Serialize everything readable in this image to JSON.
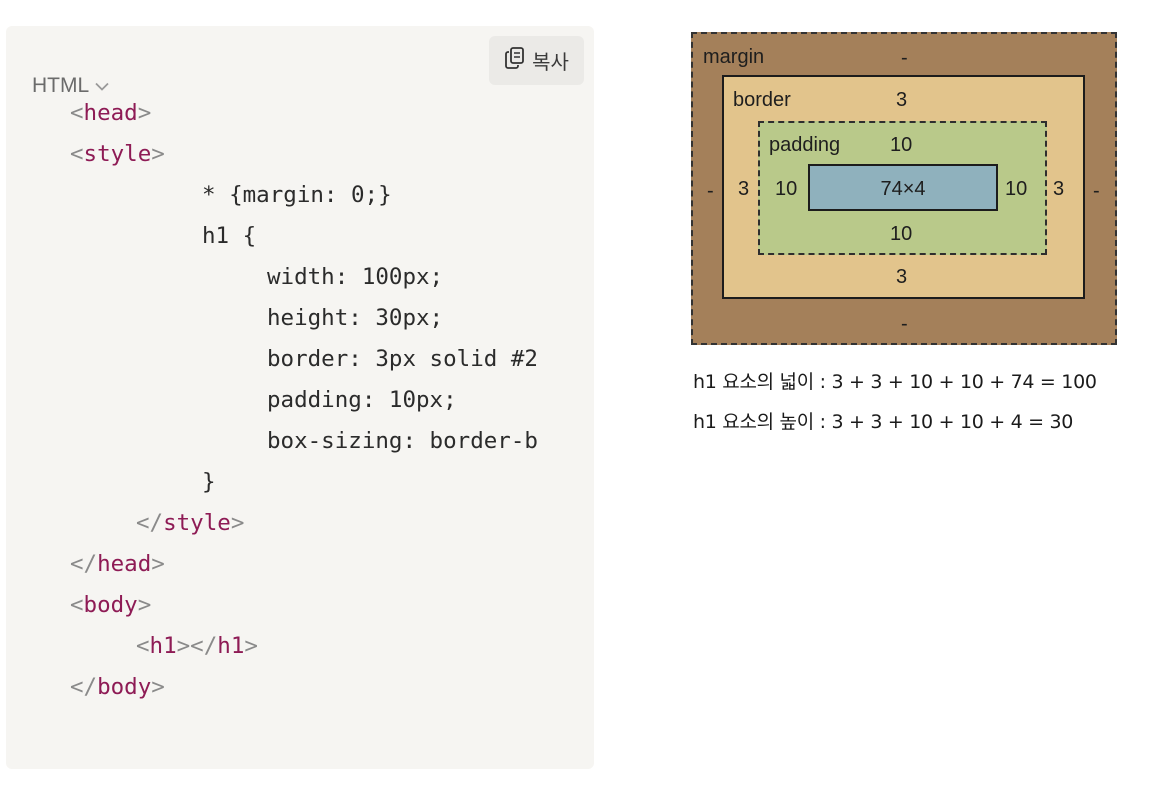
{
  "code_panel": {
    "language": "HTML",
    "copy_label": "복사",
    "lines": [
      {
        "parts": [
          {
            "t": "<",
            "c": "punc"
          },
          {
            "t": "head",
            "c": "tag"
          },
          {
            "t": ">",
            "c": "punc"
          }
        ]
      },
      {
        "parts": [
          {
            "t": "<",
            "c": "punc"
          },
          {
            "t": "style",
            "c": "tag"
          },
          {
            "t": ">",
            "c": "punc"
          }
        ]
      },
      {
        "parts": [
          {
            "t": "* {margin: 0;}",
            "c": ""
          }
        ]
      },
      {
        "parts": [
          {
            "t": "h1 {",
            "c": ""
          }
        ]
      },
      {
        "parts": [
          {
            "t": "width: 100px;",
            "c": ""
          }
        ]
      },
      {
        "parts": [
          {
            "t": "height: 30px;",
            "c": ""
          }
        ]
      },
      {
        "parts": [
          {
            "t": "border: 3px solid #2",
            "c": ""
          }
        ]
      },
      {
        "parts": [
          {
            "t": "padding: 10px;",
            "c": ""
          }
        ]
      },
      {
        "parts": [
          {
            "t": "box-sizing: border-b",
            "c": ""
          }
        ]
      },
      {
        "parts": [
          {
            "t": "}",
            "c": ""
          }
        ]
      },
      {
        "parts": [
          {
            "t": "</",
            "c": "punc"
          },
          {
            "t": "style",
            "c": "tag"
          },
          {
            "t": ">",
            "c": "punc"
          }
        ]
      },
      {
        "parts": [
          {
            "t": "</",
            "c": "punc"
          },
          {
            "t": "head",
            "c": "tag"
          },
          {
            "t": ">",
            "c": "punc"
          }
        ]
      },
      {
        "parts": [
          {
            "t": "<",
            "c": "punc"
          },
          {
            "t": "body",
            "c": "tag"
          },
          {
            "t": ">",
            "c": "punc"
          }
        ]
      },
      {
        "parts": [
          {
            "t": "<",
            "c": "punc"
          },
          {
            "t": "h1",
            "c": "tag"
          },
          {
            "t": "></",
            "c": "punc"
          },
          {
            "t": "h1",
            "c": "tag"
          },
          {
            "t": ">",
            "c": "punc"
          }
        ]
      },
      {
        "parts": [
          {
            "t": "</",
            "c": "punc"
          },
          {
            "t": "body",
            "c": "tag"
          },
          {
            "t": ">",
            "c": "punc"
          }
        ]
      }
    ]
  },
  "box_model": {
    "margin": {
      "label": "margin",
      "top": "-",
      "right": "-",
      "bottom": "-",
      "left": "-"
    },
    "border": {
      "label": "border",
      "top": "3",
      "right": "3",
      "bottom": "3",
      "left": "3"
    },
    "padding": {
      "label": "padding",
      "top": "10",
      "right": "10",
      "bottom": "10",
      "left": "10"
    },
    "content": "74×4"
  },
  "formulas": {
    "width": "h1 요소의 넓이 : 3 + 3 + 10 + 10 + 74 = 100",
    "height": "h1 요소의 높이 : 3 + 3 + 10 + 10 + 4 = 30"
  },
  "colors": {
    "margin": "#a4805a",
    "border": "#e2c48c",
    "padding": "#b9c98a",
    "content": "#8fb1bd",
    "tag": "#8e1b55",
    "punctuation": "#8a8a8a",
    "panel_bg": "#f6f5f2"
  },
  "icons": {
    "copy": "copy-icon",
    "dropdown": "chevron-down-icon"
  }
}
